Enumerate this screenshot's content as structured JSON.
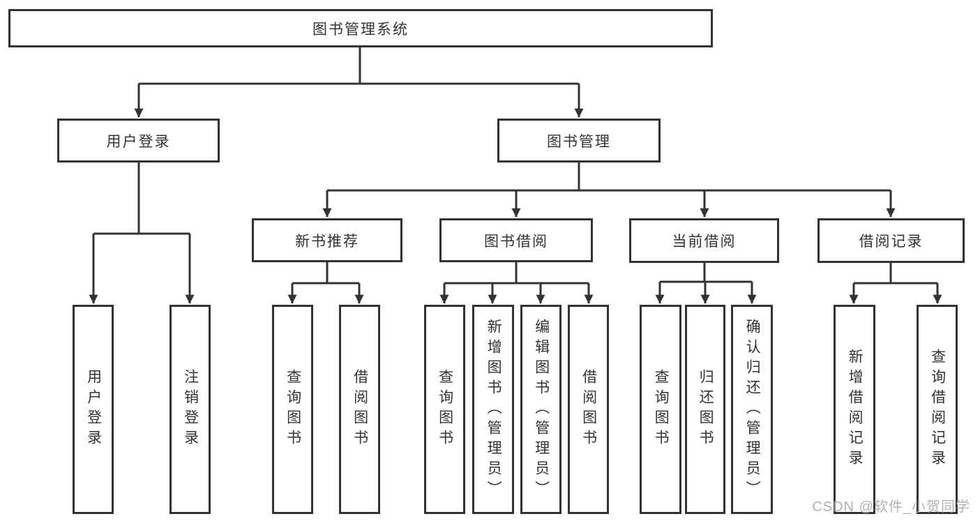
{
  "diagram": {
    "type": "hierarchy-tree",
    "tree": {
      "label": "图书管理系统",
      "children": [
        {
          "label": "用户登录",
          "children": [
            {
              "label": "用户登录"
            },
            {
              "label": "注销登录"
            }
          ]
        },
        {
          "label": "图书管理",
          "children": [
            {
              "label": "新书推荐",
              "children": [
                {
                  "label": "查询图书"
                },
                {
                  "label": "借阅图书"
                }
              ]
            },
            {
              "label": "图书借阅",
              "children": [
                {
                  "label": "查询图书"
                },
                {
                  "label": "新增图书（管理员）"
                },
                {
                  "label": "编辑图书（管理员）"
                },
                {
                  "label": "借阅图书"
                }
              ]
            },
            {
              "label": "当前借阅",
              "children": [
                {
                  "label": "查询图书"
                },
                {
                  "label": "归还图书"
                },
                {
                  "label": "确认归还（管理员）"
                }
              ]
            },
            {
              "label": "借阅记录",
              "children": [
                {
                  "label": "新增借阅记录"
                },
                {
                  "label": "查询借阅记录"
                }
              ]
            }
          ]
        }
      ]
    },
    "colors": {
      "line": "#333333",
      "box_border": "#333333",
      "box_fill": "#ffffff",
      "text": "#333333",
      "watermark": "#aaaaaa"
    }
  },
  "watermark": "CSDN @软件_小贺同学"
}
